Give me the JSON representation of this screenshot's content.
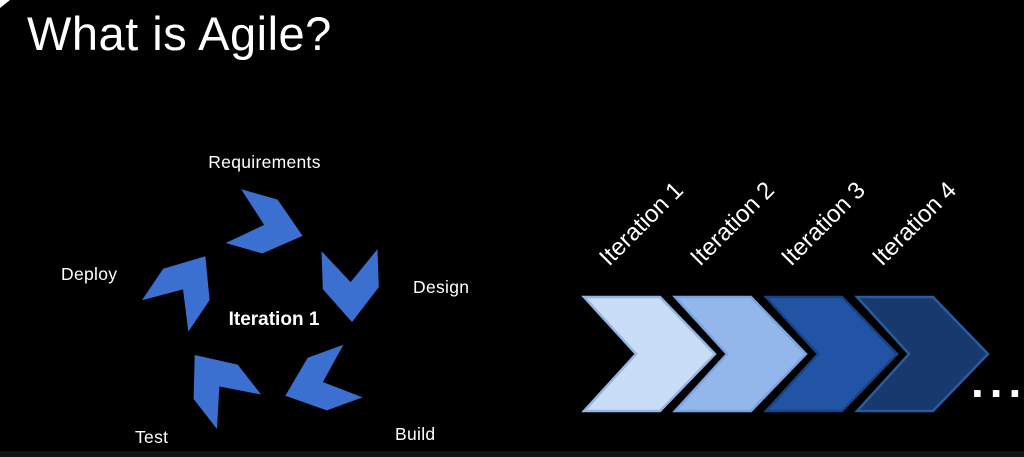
{
  "slide": {
    "title": "What is Agile?",
    "background": "#000000",
    "text_color": "#FFFFFF",
    "ellipsis": "..."
  },
  "cycle": {
    "center_label": "Iteration 1",
    "arrow_color": "#3B6FD0",
    "steps": {
      "requirements": "Requirements",
      "design": "Design",
      "build": "Build",
      "test": "Test",
      "deploy": "Deploy"
    }
  },
  "flow": {
    "items": [
      {
        "label": "Iteration 1",
        "fill": "#C9DDF6",
        "border": "#96B5E4"
      },
      {
        "label": "Iteration 2",
        "fill": "#93B6EB",
        "border": "#7AA3DF"
      },
      {
        "label": "Iteration 3",
        "fill": "#2254A5",
        "border": "#1A4283"
      },
      {
        "label": "Iteration 4",
        "fill": "#17396E",
        "border": "#2B5B9F"
      }
    ]
  }
}
